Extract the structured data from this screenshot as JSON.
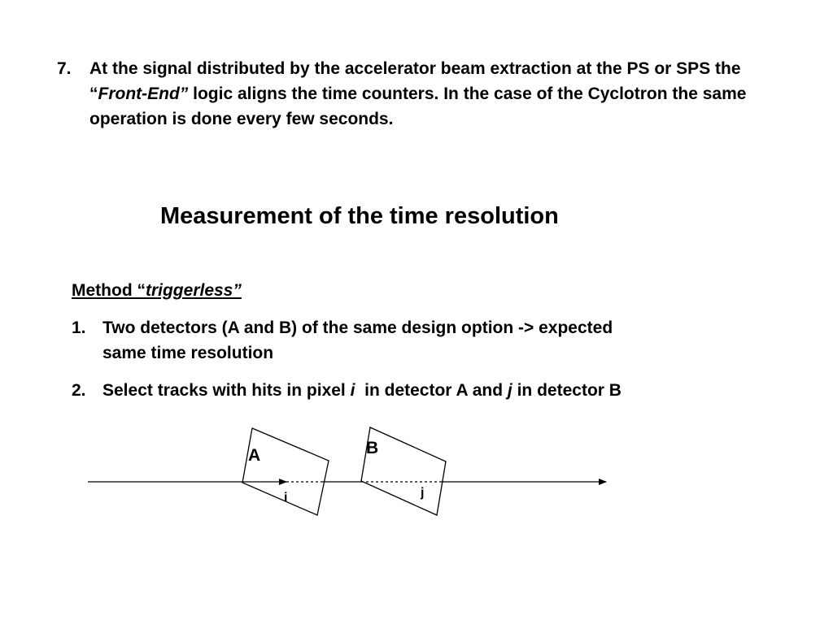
{
  "item7": {
    "number": "7.",
    "text_before": "At the signal distributed by the accelerator beam extraction at the PS or SPS the “",
    "emphasis": "Front-End”",
    "text_after": " logic aligns the time counters. In the case of the Cyclotron the same operation is done every few seconds."
  },
  "heading": "Measurement of the time resolution",
  "method": {
    "prefix": "Method “",
    "emphasis": "triggerless”"
  },
  "list": [
    {
      "number": "1.",
      "line1": "Two detectors (A and B) of the same design option -> expected",
      "line2": "same time resolution"
    },
    {
      "number": "2.",
      "text_a": "Select tracks with hits in pixel ",
      "var_i": "i",
      "text_b": "  in detector A and ",
      "var_j": "j",
      "text_c": " in detector B"
    }
  ],
  "diagram": {
    "label_a": "A",
    "label_b": "B",
    "pixel_i": "i",
    "pixel_j": "j"
  }
}
